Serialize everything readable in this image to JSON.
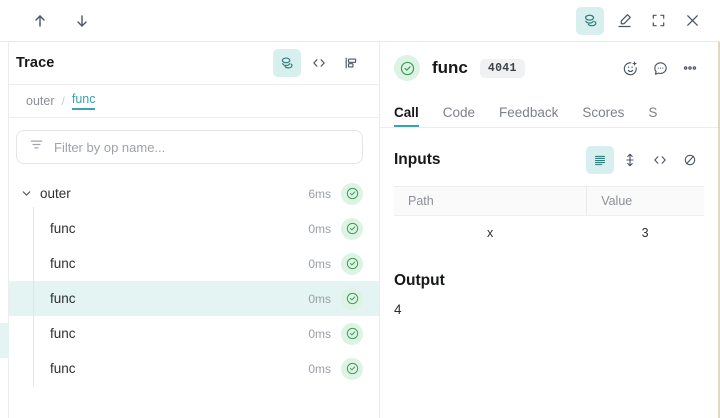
{
  "topbar": {
    "nav_up_icon": "arrow-up-icon",
    "nav_down_icon": "arrow-down-icon",
    "actions": [
      {
        "icon": "layers-trace-icon",
        "active": true
      },
      {
        "icon": "highlighter-pen-icon",
        "active": false
      },
      {
        "icon": "fullscreen-expand-icon",
        "active": false
      },
      {
        "icon": "close-icon",
        "active": false
      }
    ]
  },
  "trace_panel": {
    "title": "Trace",
    "view_icons": [
      {
        "icon": "layers-trace-icon",
        "active": true
      },
      {
        "icon": "code-icon",
        "active": false
      },
      {
        "icon": "flamegraph-icon",
        "active": false
      }
    ],
    "breadcrumb": {
      "root": "outer",
      "separator": "/",
      "current": "func"
    },
    "filter": {
      "icon": "filter-icon",
      "placeholder": "Filter by op name...",
      "value": ""
    },
    "rows": [
      {
        "label": "outer",
        "duration": "6ms",
        "depth": 0,
        "expanded": true,
        "selected": false,
        "status": "success"
      },
      {
        "label": "func",
        "duration": "0ms",
        "depth": 1,
        "selected": false,
        "status": "success"
      },
      {
        "label": "func",
        "duration": "0ms",
        "depth": 1,
        "selected": false,
        "status": "success"
      },
      {
        "label": "func",
        "duration": "0ms",
        "depth": 1,
        "selected": true,
        "status": "success"
      },
      {
        "label": "func",
        "duration": "0ms",
        "depth": 1,
        "selected": false,
        "status": "success"
      },
      {
        "label": "func",
        "duration": "0ms",
        "depth": 1,
        "selected": false,
        "status": "success"
      }
    ]
  },
  "detail_panel": {
    "status": "success",
    "name": "func",
    "badge": "4041",
    "header_icons": [
      {
        "icon": "add-reaction-icon"
      },
      {
        "icon": "comment-icon"
      },
      {
        "icon": "more-options-icon"
      }
    ],
    "tabs": [
      {
        "label": "Call",
        "active": true
      },
      {
        "label": "Code",
        "active": false
      },
      {
        "label": "Feedback",
        "active": false
      },
      {
        "label": "Scores",
        "active": false
      },
      {
        "label": "S",
        "active": false
      }
    ],
    "inputs": {
      "title": "Inputs",
      "view_icons": [
        {
          "icon": "list-view-icon",
          "active": true
        },
        {
          "icon": "expand-vertical-icon",
          "active": false
        },
        {
          "icon": "code-icon",
          "active": false
        },
        {
          "icon": "hide-eye-icon",
          "active": false
        }
      ],
      "columns": [
        "Path",
        "Value"
      ],
      "rows": [
        {
          "path": "x",
          "value": "3"
        }
      ]
    },
    "output": {
      "title": "Output",
      "value": "4"
    }
  },
  "colors": {
    "accent_teal": "#3ba3ad",
    "accent_bg": "#d7f0ef",
    "row_selected": "#e4f4f2",
    "status_green": "#3f9c57",
    "status_green_bg": "#ddf3e3",
    "border": "#e9eaec",
    "text_muted": "#8b9097"
  }
}
